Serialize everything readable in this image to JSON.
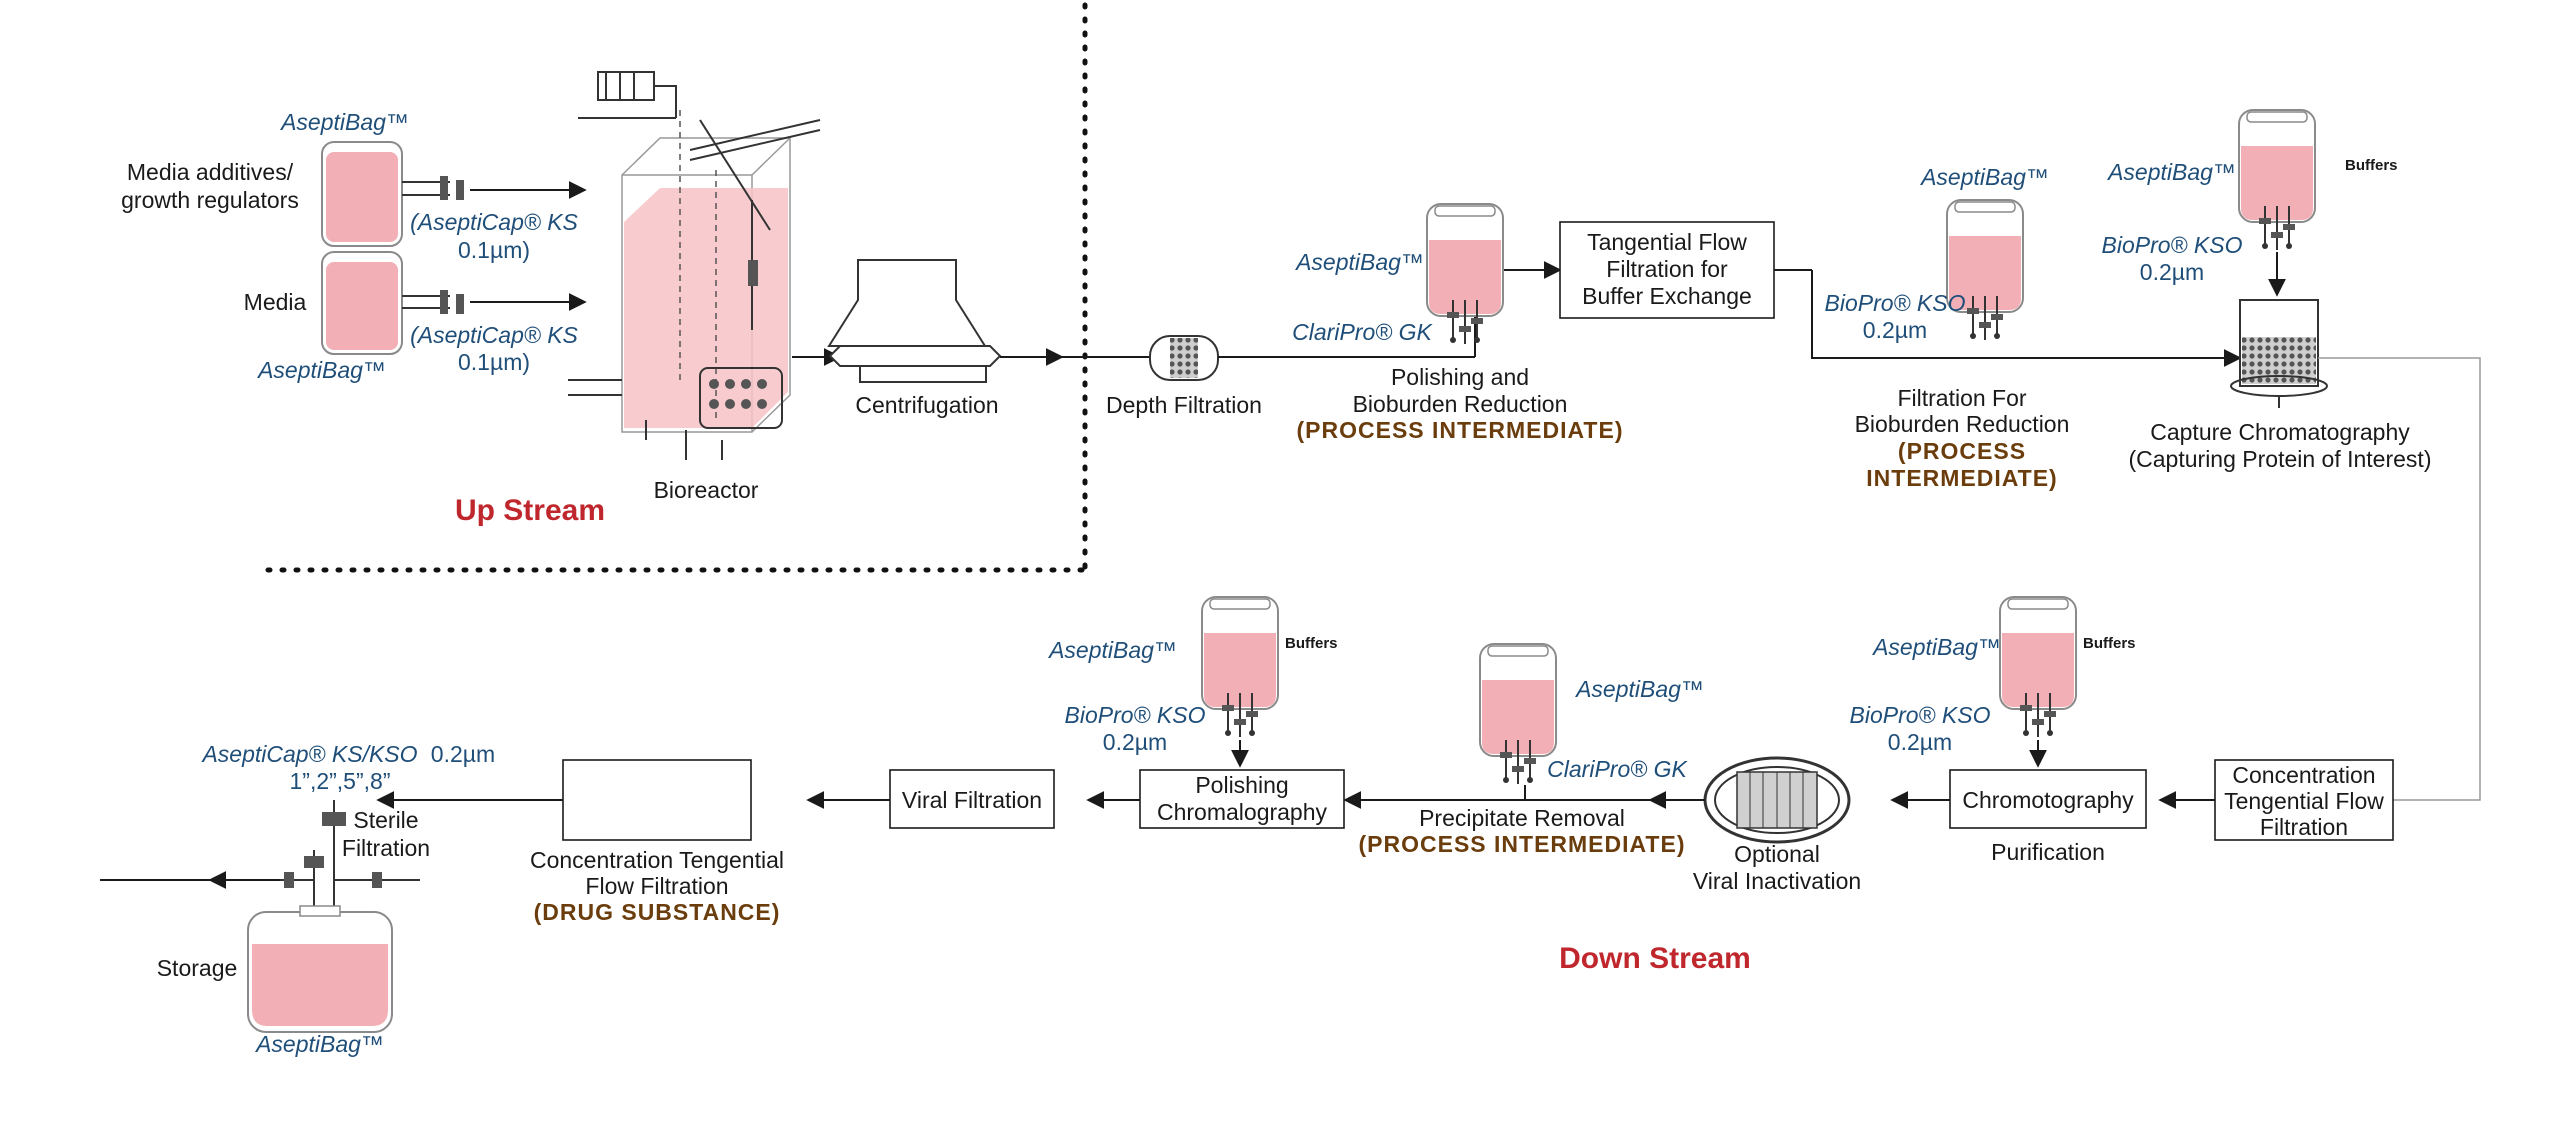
{
  "sections": {
    "upstream": "Up Stream",
    "downstream": "Down Stream"
  },
  "bags": {
    "media_additives_bag": "AseptiBag™",
    "media_bag": "AseptiBag™",
    "polishing_bag": "AseptiBag™",
    "filtration_bag": "AseptiBag™",
    "capture_bag": "AseptiBag™",
    "purification_bag": "AseptiBag™",
    "precipitate_bag": "AseptiBag™",
    "polishing_chrom_bag": "AseptiBag™",
    "storage_bag": "AseptiBag™"
  },
  "buffers": {
    "capture": "Buffers",
    "purification": "Buffers",
    "polishing_chrom": "Buffers"
  },
  "upstream": {
    "media_additives_line1": "Media additives/",
    "media_additives_line2": "growth regulators",
    "media": "Media",
    "cap1_line1": "(AseptiCap® KS",
    "cap1_line2": "0.1µm)",
    "cap2_line1": "(AseptiCap® KS",
    "cap2_line2": "0.1µm)",
    "bioreactor": "Bioreactor",
    "centrifugation": "Centrifugation"
  },
  "steps": {
    "depth_filtration": "Depth Filtration",
    "claripro_1": "ClariPro® GK",
    "polishing_line1": "Polishing and",
    "polishing_line2": "Bioburden Reduction",
    "process_intermediate_1": "(PROCESS INTERMEDIATE)",
    "tff_line1": "Tangential Flow",
    "tff_line2": "Filtration for",
    "tff_line3": "Buffer Exchange",
    "biopro_kso_1": "BioPro® KSO",
    "biopro_kso_1_size": "0.2µm",
    "filtration_line1": "Filtration For",
    "filtration_line2": "Bioburden Reduction",
    "process_intermediate_2a": "(PROCESS",
    "process_intermediate_2b": "INTERMEDIATE)",
    "biopro_kso_2": "BioPro® KSO",
    "biopro_kso_2_size": "0.2µm",
    "capture_line1": "Capture Chromatography",
    "capture_line2": "(Capturing Protein of Interest)",
    "conc_tff_line1": "Concentration",
    "conc_tff_line2": "Tengential Flow",
    "conc_tff_line3": "Filtration",
    "chromotography": "Chromotography",
    "purification": "Purification",
    "biopro_kso_3": "BioPro® KSO",
    "biopro_kso_3_size": "0.2µm",
    "viral_inactivation_line1": "Optional",
    "viral_inactivation_line2": "Viral Inactivation",
    "claripro_2": "ClariPro® GK",
    "precipitate_removal": "Precipitate Removal",
    "process_intermediate_3": "(PROCESS INTERMEDIATE)",
    "polishing_chrom_line1": "Polishing",
    "polishing_chrom_line2": "Chromalography",
    "biopro_kso_4": "BioPro® KSO",
    "biopro_kso_4_size": "0.2µm",
    "viral_filtration": "Viral Filtration",
    "conc_tff2_line1": "Concentration Tengential",
    "conc_tff2_line2": "Flow Filtration",
    "drug_substance": "(DRUG SUBSTANCE)",
    "asepticap_label": "AseptiCap® KS/KSO",
    "asepticap_size": "0.2µm",
    "asepticap_sizes": "1”,2”,5”,8”",
    "sterile_line1": "Sterile",
    "sterile_line2": "Filtration",
    "storage": "Storage"
  },
  "colors": {
    "bag_fill": "#f2b0b6",
    "bioreactor_fill": "#f7c3c6",
    "label_blue": "#1f4e79",
    "section_red": "#c0272d",
    "intermediate_brown": "#6b3d0d"
  }
}
